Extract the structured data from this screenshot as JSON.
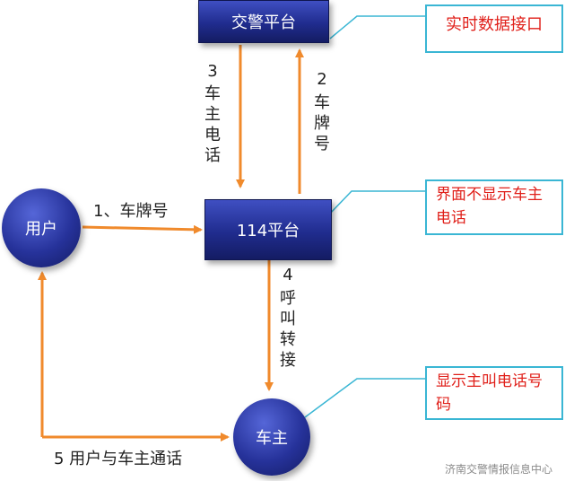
{
  "nodes": {
    "traffic_platform": "交警平台",
    "platform_114": "114平台",
    "user": "用户",
    "car_owner": "车主"
  },
  "callouts": {
    "realtime_interface": "实时数据接口",
    "hide_phone": "界面不显示车主电话",
    "show_caller": "显示主叫电话号码"
  },
  "steps": {
    "s1": "1、车牌号",
    "s2_num": "2",
    "s2_text": "车牌号",
    "s3_num": "3",
    "s3_text": "车主电话",
    "s4_num": "4",
    "s4_text": "呼叫转接",
    "s5": "5 用户与车主通话"
  },
  "colors": {
    "arrow": "#f08a2c",
    "connector": "#3ab6d4",
    "callout_text": "#e0201a"
  },
  "watermark": "济南交警情报信息中心"
}
